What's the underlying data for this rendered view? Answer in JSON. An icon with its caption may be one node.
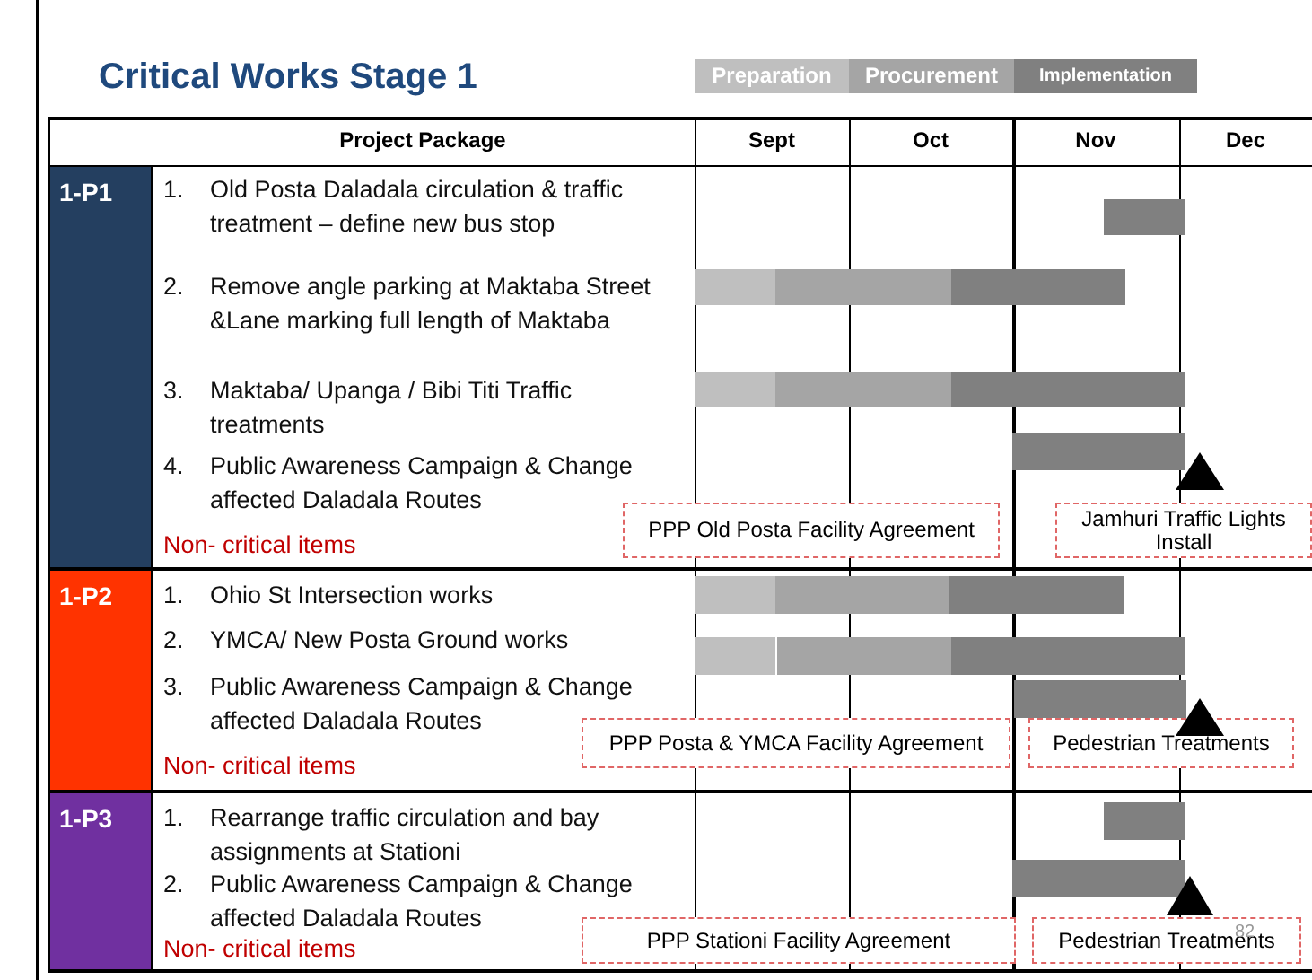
{
  "diagram": {
    "title": "Critical Works Stage 1",
    "nodes": [
      {
        "text": [
          "1-P1"
        ]
      },
      {
        "text": [
          "1-P2"
        ]
      },
      {
        "text": [
          "1-P3"
        ]
      },
      {
        "text": [],
        "shape": "bar"
      },
      {
        "text": [],
        "shape": "bar"
      },
      {
        "text": [],
        "shape": "bar"
      },
      {
        "text": [],
        "shape": "bar"
      },
      {
        "text": [],
        "shape": "bar"
      },
      {
        "text": [],
        "shape": "bar"
      },
      {
        "text": [],
        "shape": "bar"
      },
      {
        "text": [],
        "shape": "bar"
      },
      {
        "text": [],
        "shape": "bar"
      },
      {
        "text": [],
        "shape": "bar"
      },
      {
        "text": [],
        "shape": "bar"
      },
      {
        "text": [],
        "shape": "bar"
      },
      {
        "text": [],
        "shape": "bar"
      },
      {
        "text": [],
        "shape": "bar"
      },
      {
        "text": [],
        "shape": "bar"
      },
      {
        "text": [],
        "shape": "bar"
      },
      {
        "text": [],
        "shape": "bar"
      },
      {
        "text": [],
        "shape": "triangle"
      },
      {
        "text": [
          "PPP Old Posta Facility Agreement"
        ]
      },
      {
        "text": [
          "Jamhuri Traffic Lights Install"
        ]
      },
      {
        "text": [],
        "shape": "triangle"
      },
      {
        "text": [
          "PPP Posta & YMCA Facility Agreement"
        ]
      },
      {
        "text": [
          "Pedestrian Treatments"
        ]
      },
      {
        "text": [],
        "shape": "triangle"
      },
      {
        "text": [
          "PPP Stationi  Facility Agreement"
        ]
      },
      {
        "text": [
          "Pedestrian Treatments"
        ]
      }
    ],
    "labels": [
      "Project Package",
      "Sept",
      "Oct",
      "Nov",
      "Dec",
      "1. Old Posta Daladala circulation & traffic treatment – define new bus stop",
      "2. Remove angle parking at Maktaba Street &Lane marking full length of Maktaba",
      "3. Maktaba/ Upanga / Bibi Titi Traffic treatments",
      "4. Public Awareness Campaign & Change affected Daladala Routes",
      "Non- critical  items",
      "1. Ohio St Intersection works",
      "2. YMCA/ New Posta Ground works",
      "3. Public Awareness Campaign & Change affected Daladala Routes",
      "Non- critical  items",
      "1. Rearrange traffic circulation and bay assignments at Stationi",
      "2. Public Awareness Campaign & Change affected Daladala Routes",
      "Non- critical  items",
      "82"
    ],
    "legend": [
      {
        "text": "Preparation",
        "color": "#bfbfbf"
      },
      {
        "text": "Procurement",
        "color": "#a5a5a5"
      },
      {
        "text": "Implementation",
        "color": "#808080"
      }
    ]
  }
}
